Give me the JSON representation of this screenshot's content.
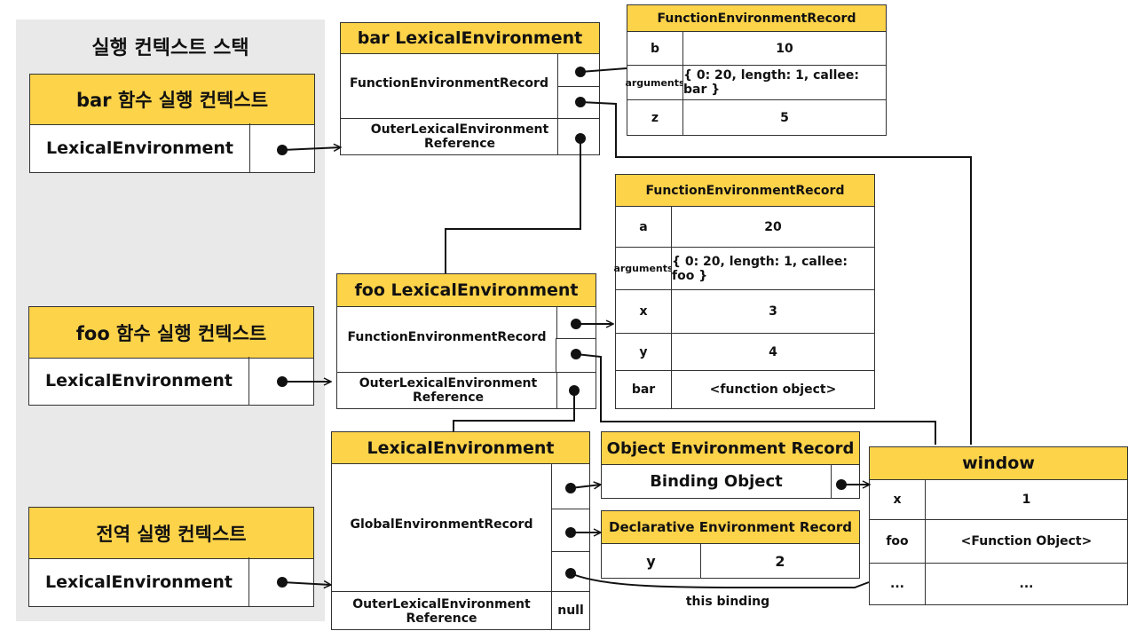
{
  "stack": {
    "title": "실행 컨텍스트 스택",
    "contexts": [
      {
        "title": "bar 함수 실행 컨텍스트",
        "lex": "LexicalEnvironment"
      },
      {
        "title": "foo 함수 실행 컨텍스트",
        "lex": "LexicalEnvironment"
      },
      {
        "title": "전역 실행 컨텍스트",
        "lex": "LexicalEnvironment"
      }
    ]
  },
  "bar_env": {
    "title": "bar LexicalEnvironment",
    "record": "FunctionEnvironmentRecord",
    "outer": "OuterLexicalEnvironment\nReference"
  },
  "bar_record": {
    "title": "FunctionEnvironmentRecord",
    "rows": [
      {
        "key": "b",
        "value": "10"
      },
      {
        "key": "arguments",
        "value": "{ 0: 20, length: 1, callee: bar }"
      },
      {
        "key": "z",
        "value": "5"
      }
    ]
  },
  "foo_env": {
    "title": "foo LexicalEnvironment",
    "record": "FunctionEnvironmentRecord",
    "outer": "OuterLexicalEnvironment\nReference"
  },
  "foo_record": {
    "title": "FunctionEnvironmentRecord",
    "rows": [
      {
        "key": "a",
        "value": "20"
      },
      {
        "key": "arguments",
        "value": "{ 0: 20, length: 1, callee: foo }"
      },
      {
        "key": "x",
        "value": "3"
      },
      {
        "key": "y",
        "value": "4"
      },
      {
        "key": "bar",
        "value": "<function object>"
      }
    ]
  },
  "global_env": {
    "title": "LexicalEnvironment",
    "record": "GlobalEnvironmentRecord",
    "outer": "OuterLexicalEnvironment\nReference",
    "outer_value": "null"
  },
  "object_record": {
    "title": "Object Environment Record",
    "binding": "Binding Object"
  },
  "declarative_record": {
    "title": "Declarative Environment Record",
    "key": "y",
    "value": "2"
  },
  "window": {
    "title": "window",
    "rows": [
      {
        "key": "x",
        "value": "1"
      },
      {
        "key": "foo",
        "value": "<Function Object>"
      },
      {
        "key": "...",
        "value": "..."
      }
    ]
  },
  "this_binding": "this binding",
  "colors": {
    "header": "#fdd34a",
    "stack_bg": "#e9e9e9",
    "line": "#111111"
  }
}
